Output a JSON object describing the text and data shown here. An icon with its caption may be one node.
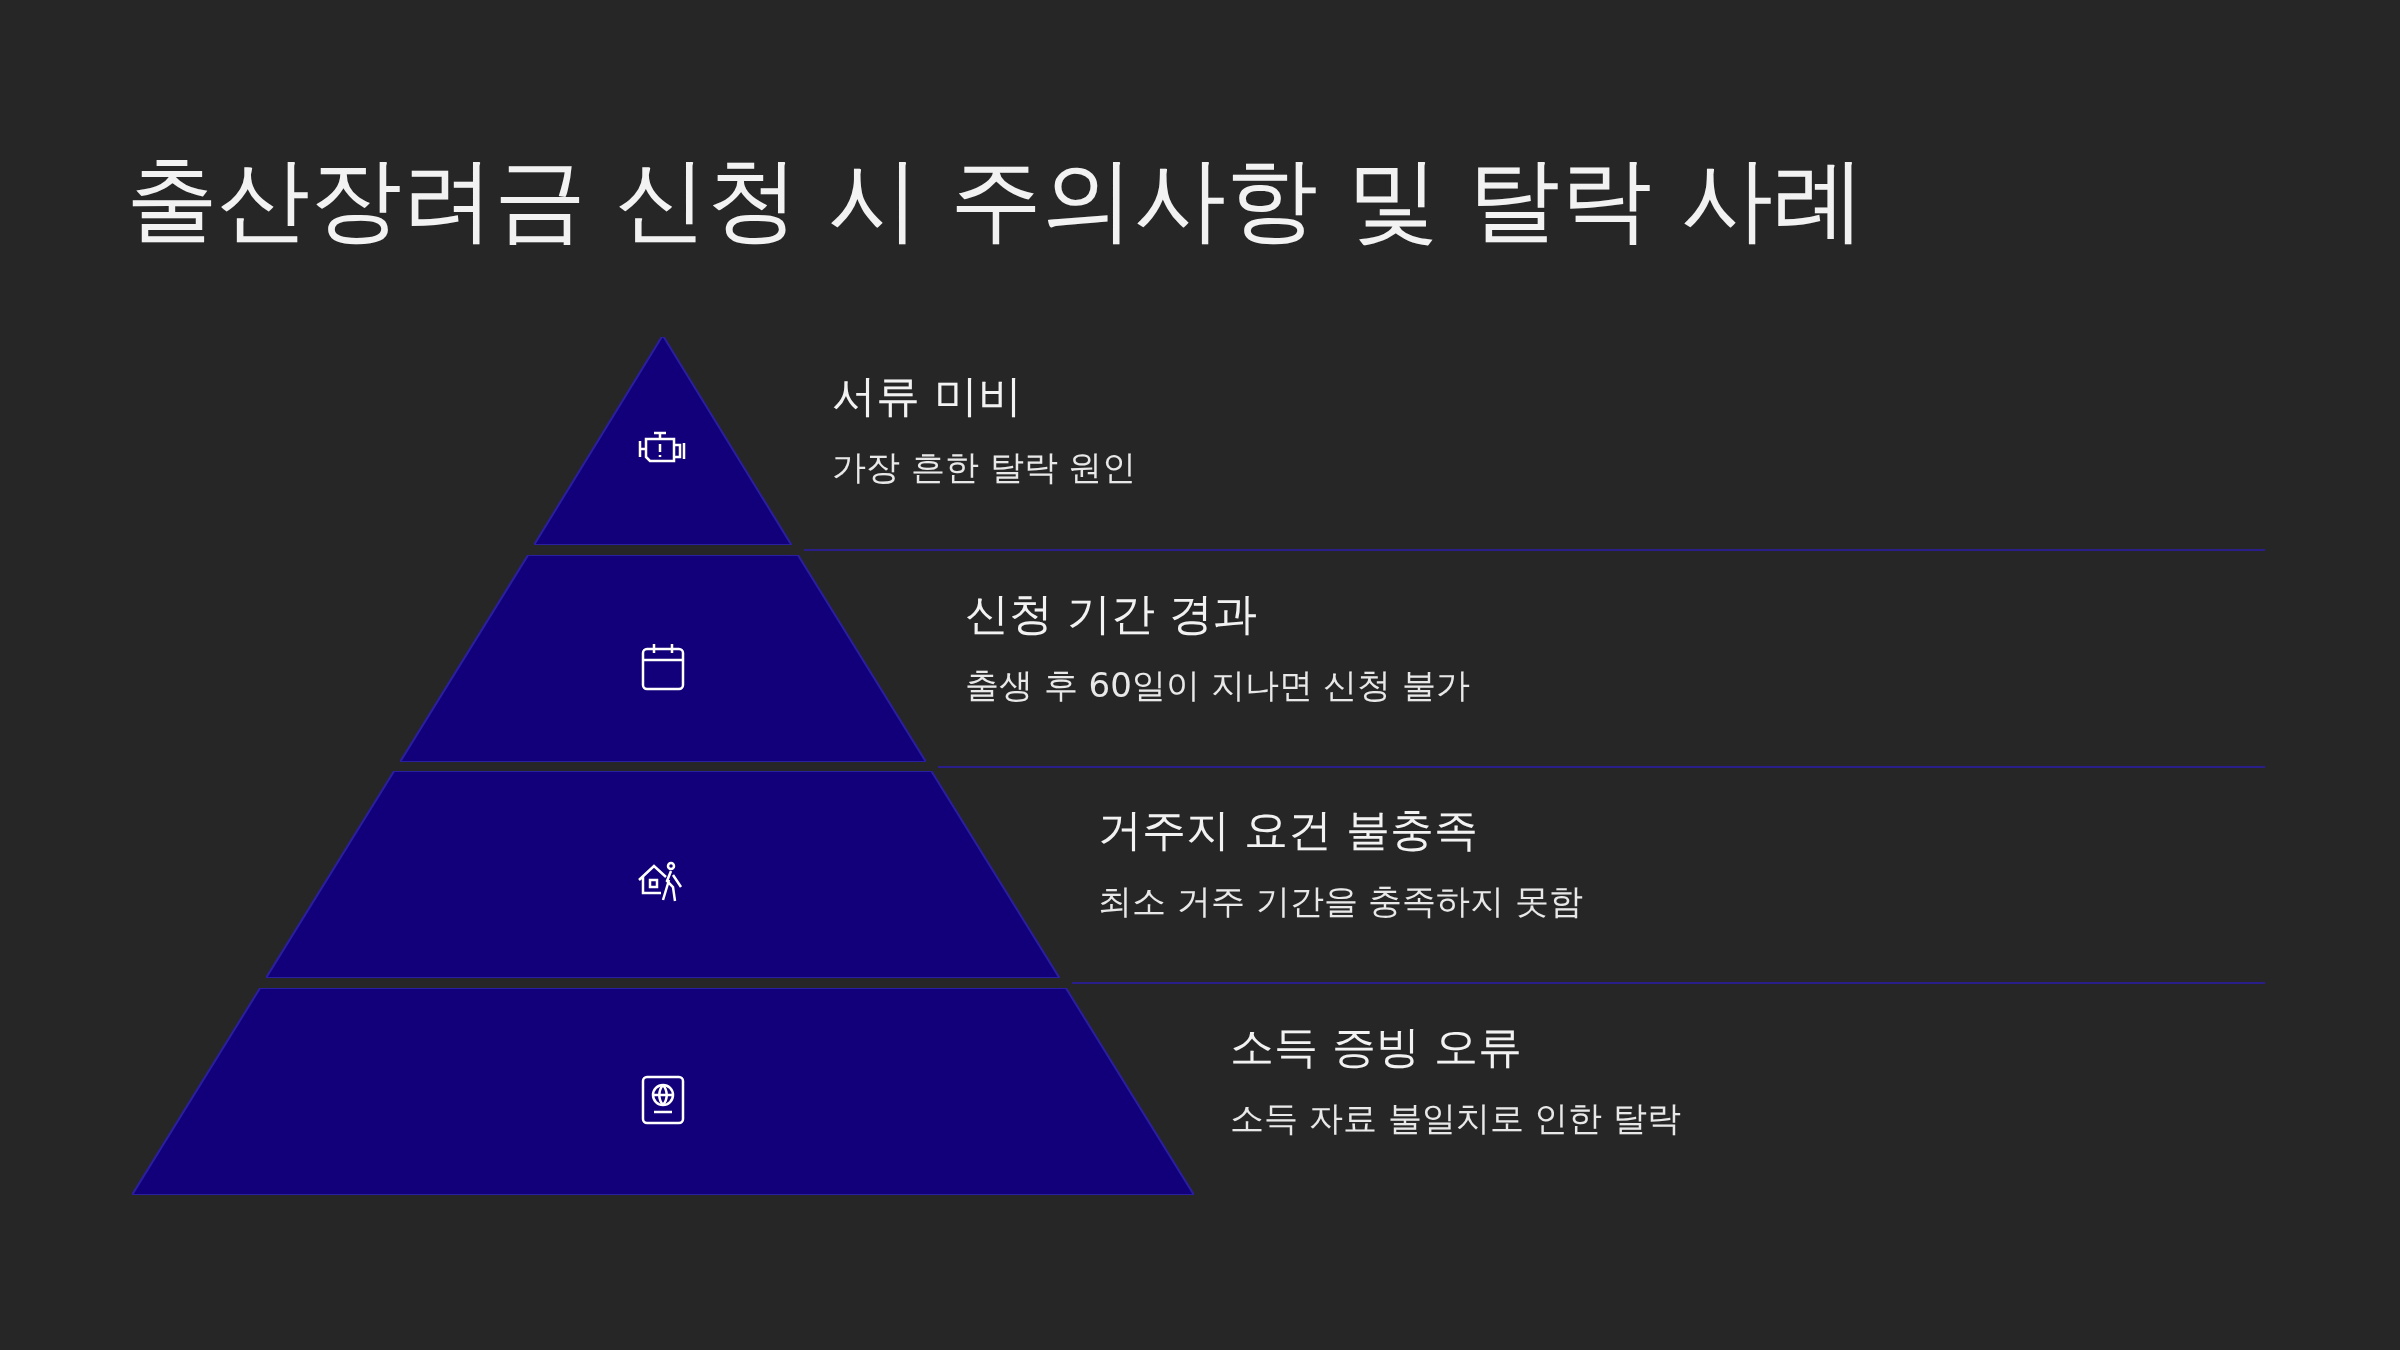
{
  "diagram": {
    "title": "출산장려금 신청 시 주의사항 및 탈락 사례",
    "nodes": [
      {
        "text": [
          "서류 미비",
          "가장 흔한 탈락 원인"
        ]
      },
      {
        "text": [
          "신청 기간 경과",
          "출생 후 60일이 지나면 신청 불가"
        ]
      },
      {
        "text": [
          "거주지 요건 불충족",
          "최소 거주 기간을 충족하지 못함"
        ]
      },
      {
        "text": [
          "소득 증빙 오류",
          "소득 자료 불일치로 인한 탈락"
        ]
      }
    ]
  }
}
